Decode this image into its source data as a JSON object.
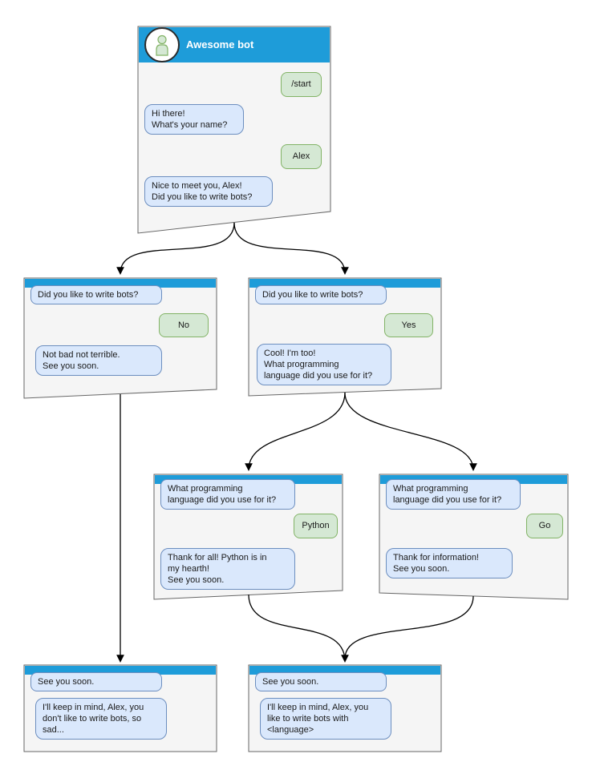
{
  "colors": {
    "header_blue": "#1e9cd9",
    "window_fill": "#f5f5f5",
    "window_border": "#666666",
    "bot_bubble_fill": "#dae8fc",
    "bot_bubble_border": "#6c8ebf",
    "user_bubble_fill": "#d5e8d4",
    "user_bubble_border": "#82b366",
    "arrow": "#000000"
  },
  "main_window": {
    "title": "Awesome bot",
    "avatar_icon": "person-icon",
    "messages": [
      {
        "from": "user",
        "text": "/start"
      },
      {
        "from": "bot",
        "text": "Hi there!\nWhat's your name?"
      },
      {
        "from": "user",
        "text": "Alex"
      },
      {
        "from": "bot",
        "text": "Nice to meet you, Alex!\nDid you like to write bots?"
      }
    ]
  },
  "branch_no": {
    "context": "Did you like to write bots?",
    "answer": "No",
    "reply": "Not bad not terrible.\nSee you soon."
  },
  "branch_yes": {
    "context": "Did you like to write bots?",
    "answer": "Yes",
    "reply": "Cool! I'm too!\nWhat programming\nlanguage did you use for it?"
  },
  "branch_python": {
    "context": "What programming\nlanguage did you use for it?",
    "answer": "Python",
    "reply": "Thank for all! Python is in\nmy hearth!\nSee you soon."
  },
  "branch_go": {
    "context": "What programming\nlanguage did you use for it?",
    "answer": "Go",
    "reply": "Thank for information!\nSee you soon."
  },
  "end_no": {
    "context": "See you soon.",
    "reply": "I'll keep in mind, Alex, you\ndon't like to write bots, so\nsad..."
  },
  "end_yes": {
    "context": "See you soon.",
    "reply": "I'll keep in mind, Alex, you\nlike to write bots with\n<language>"
  }
}
